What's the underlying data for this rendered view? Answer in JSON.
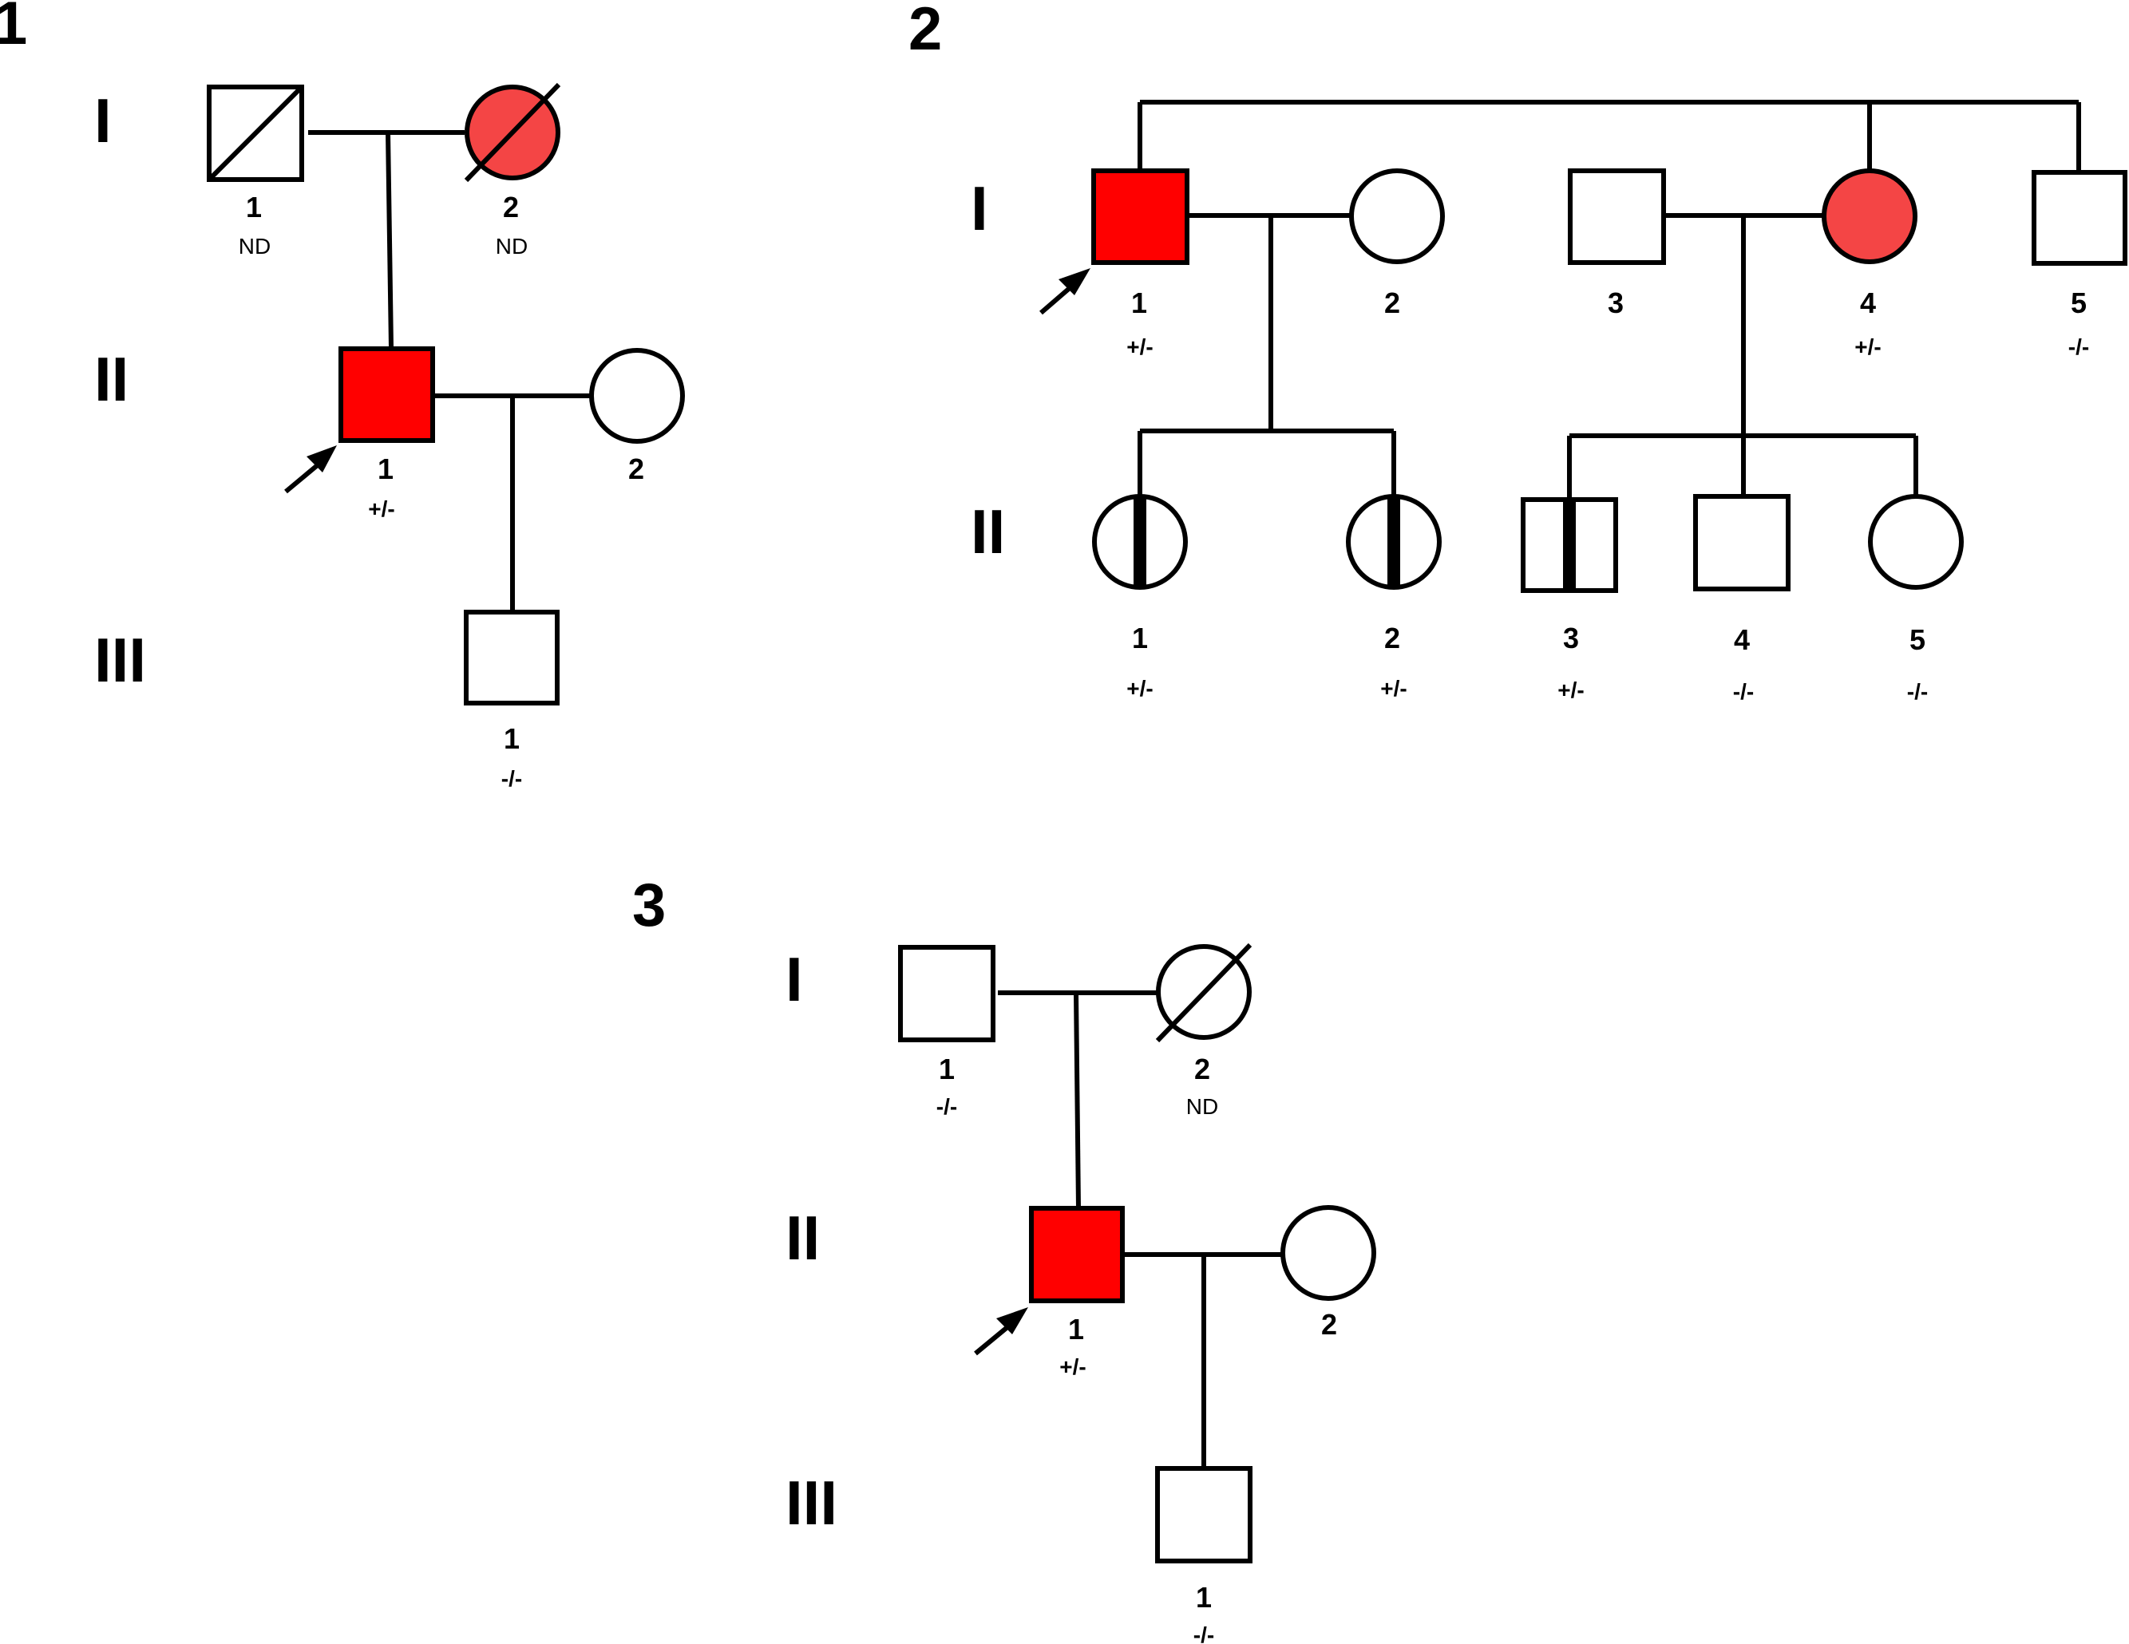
{
  "colors": {
    "affected": "#ff0000",
    "affected_light": "#f44545",
    "line": "#000000",
    "background": "#ffffff"
  },
  "families": [
    {
      "label": "1",
      "generations": [
        "I",
        "II",
        "III"
      ],
      "individuals": [
        {
          "number": "1",
          "genotype": "ND",
          "sex": "male",
          "status": "deceased",
          "generation": "I"
        },
        {
          "number": "2",
          "genotype": "ND",
          "sex": "female",
          "status": "affected, deceased",
          "generation": "I"
        },
        {
          "number": "1",
          "genotype": "+/-",
          "sex": "male",
          "status": "affected, proband",
          "generation": "II"
        },
        {
          "number": "2",
          "genotype": "",
          "sex": "female",
          "status": "unaffected",
          "generation": "II"
        },
        {
          "number": "1",
          "genotype": "-/-",
          "sex": "male",
          "status": "unaffected",
          "generation": "III"
        }
      ]
    },
    {
      "label": "2",
      "generations": [
        "I",
        "II"
      ],
      "individuals": [
        {
          "number": "1",
          "genotype": "+/-",
          "sex": "male",
          "status": "affected, proband",
          "generation": "I"
        },
        {
          "number": "2",
          "genotype": "",
          "sex": "female",
          "status": "unaffected",
          "generation": "I"
        },
        {
          "number": "3",
          "genotype": "",
          "sex": "male",
          "status": "unaffected",
          "generation": "I"
        },
        {
          "number": "4",
          "genotype": "+/-",
          "sex": "female",
          "status": "affected",
          "generation": "I"
        },
        {
          "number": "5",
          "genotype": "-/-",
          "sex": "male",
          "status": "unaffected",
          "generation": "I"
        },
        {
          "number": "1",
          "genotype": "+/-",
          "sex": "female",
          "status": "carrier",
          "generation": "II"
        },
        {
          "number": "2",
          "genotype": "+/-",
          "sex": "female",
          "status": "carrier",
          "generation": "II"
        },
        {
          "number": "3",
          "genotype": "+/-",
          "sex": "male",
          "status": "carrier",
          "generation": "II"
        },
        {
          "number": "4",
          "genotype": "-/-",
          "sex": "male",
          "status": "unaffected",
          "generation": "II"
        },
        {
          "number": "5",
          "genotype": "-/-",
          "sex": "female",
          "status": "unaffected",
          "generation": "II"
        }
      ]
    },
    {
      "label": "3",
      "generations": [
        "I",
        "II",
        "III"
      ],
      "individuals": [
        {
          "number": "1",
          "genotype": "-/-",
          "sex": "male",
          "status": "unaffected",
          "generation": "I"
        },
        {
          "number": "2",
          "genotype": "ND",
          "sex": "female",
          "status": "deceased",
          "generation": "I"
        },
        {
          "number": "1",
          "genotype": "+/-",
          "sex": "male",
          "status": "affected, proband",
          "generation": "II"
        },
        {
          "number": "2",
          "genotype": "",
          "sex": "female",
          "status": "unaffected",
          "generation": "II"
        },
        {
          "number": "1",
          "genotype": "-/-",
          "sex": "male",
          "status": "unaffected",
          "generation": "III"
        }
      ]
    }
  ]
}
